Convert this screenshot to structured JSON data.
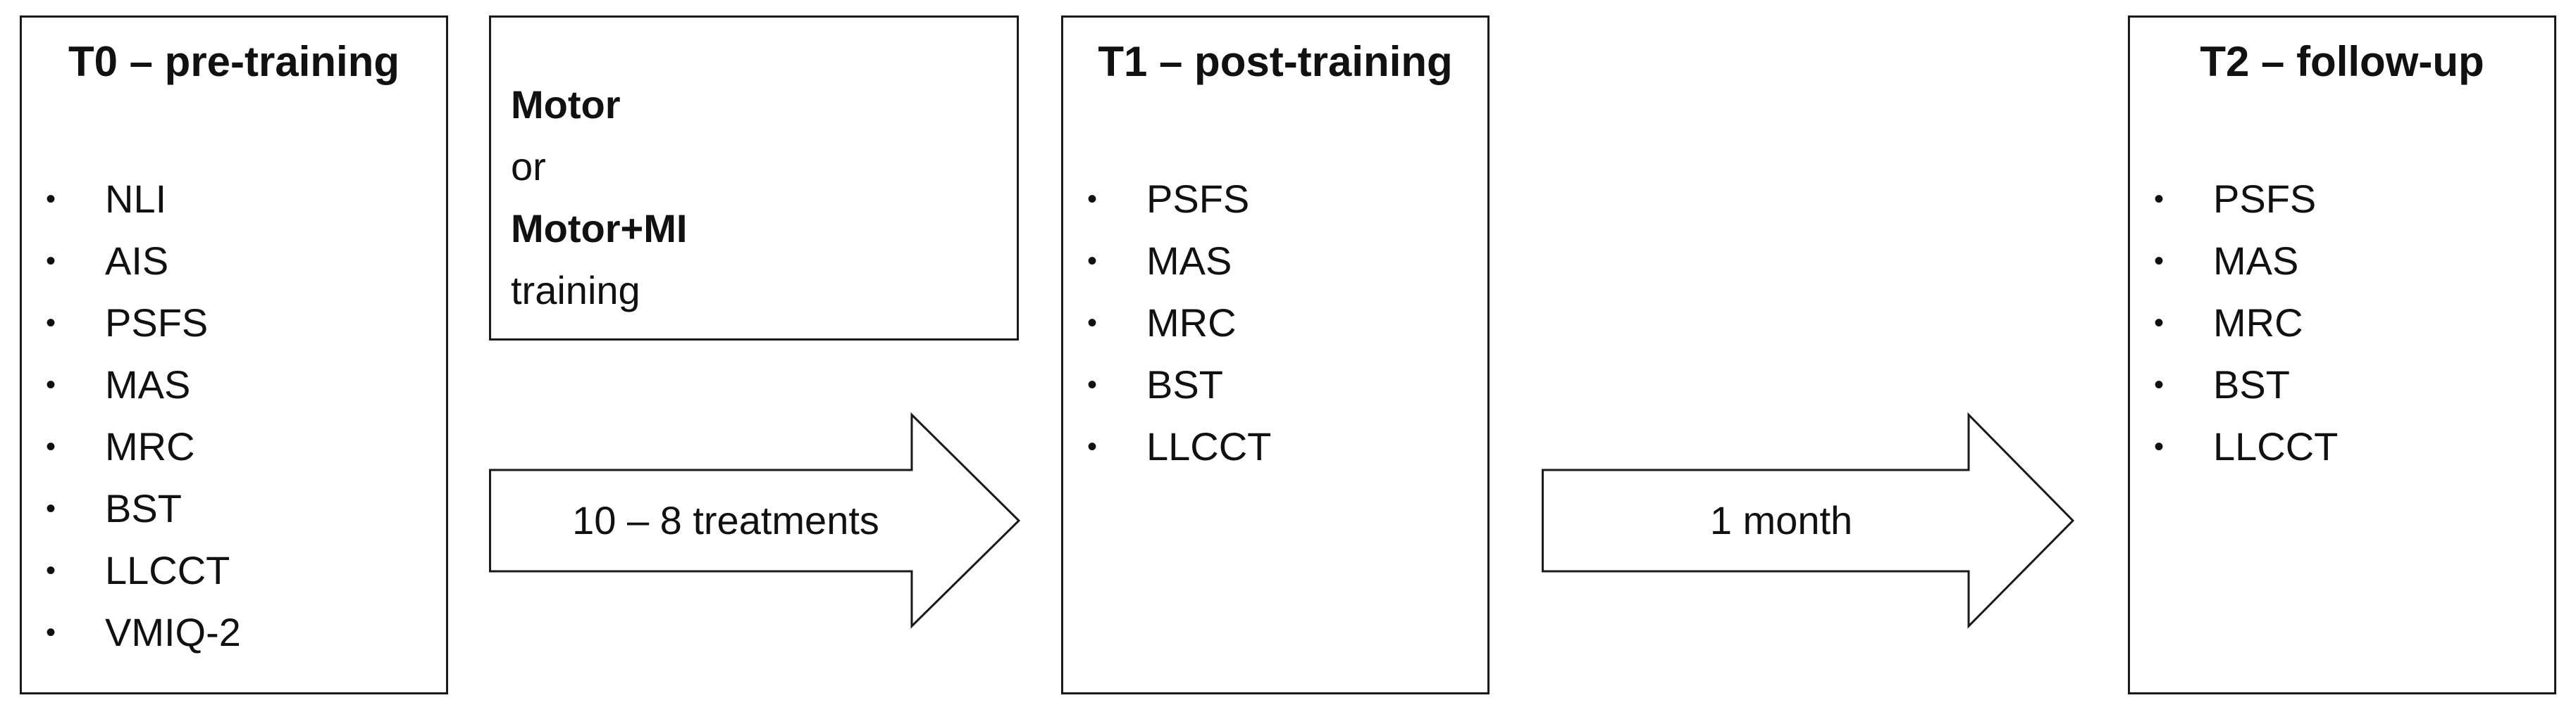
{
  "t0": {
    "title": "T0 – pre-training",
    "items": [
      "NLI",
      "AIS",
      "PSFS",
      "MAS",
      "MRC",
      "BST",
      "LLCCT",
      "VMIQ-2"
    ]
  },
  "training": {
    "line1": "Motor",
    "line2": "or",
    "line3": "Motor+MI",
    "line4": "training"
  },
  "arrow1": {
    "label": "10 – 8 treatments"
  },
  "t1": {
    "title": "T1 – post-training",
    "items": [
      "PSFS",
      "MAS",
      "MRC",
      "BST",
      "LLCCT"
    ]
  },
  "arrow2": {
    "label": "1 month"
  },
  "t2": {
    "title": "T2 – follow-up",
    "items": [
      "PSFS",
      "MAS",
      "MRC",
      "BST",
      "LLCCT"
    ]
  },
  "bullet_glyph": "•"
}
